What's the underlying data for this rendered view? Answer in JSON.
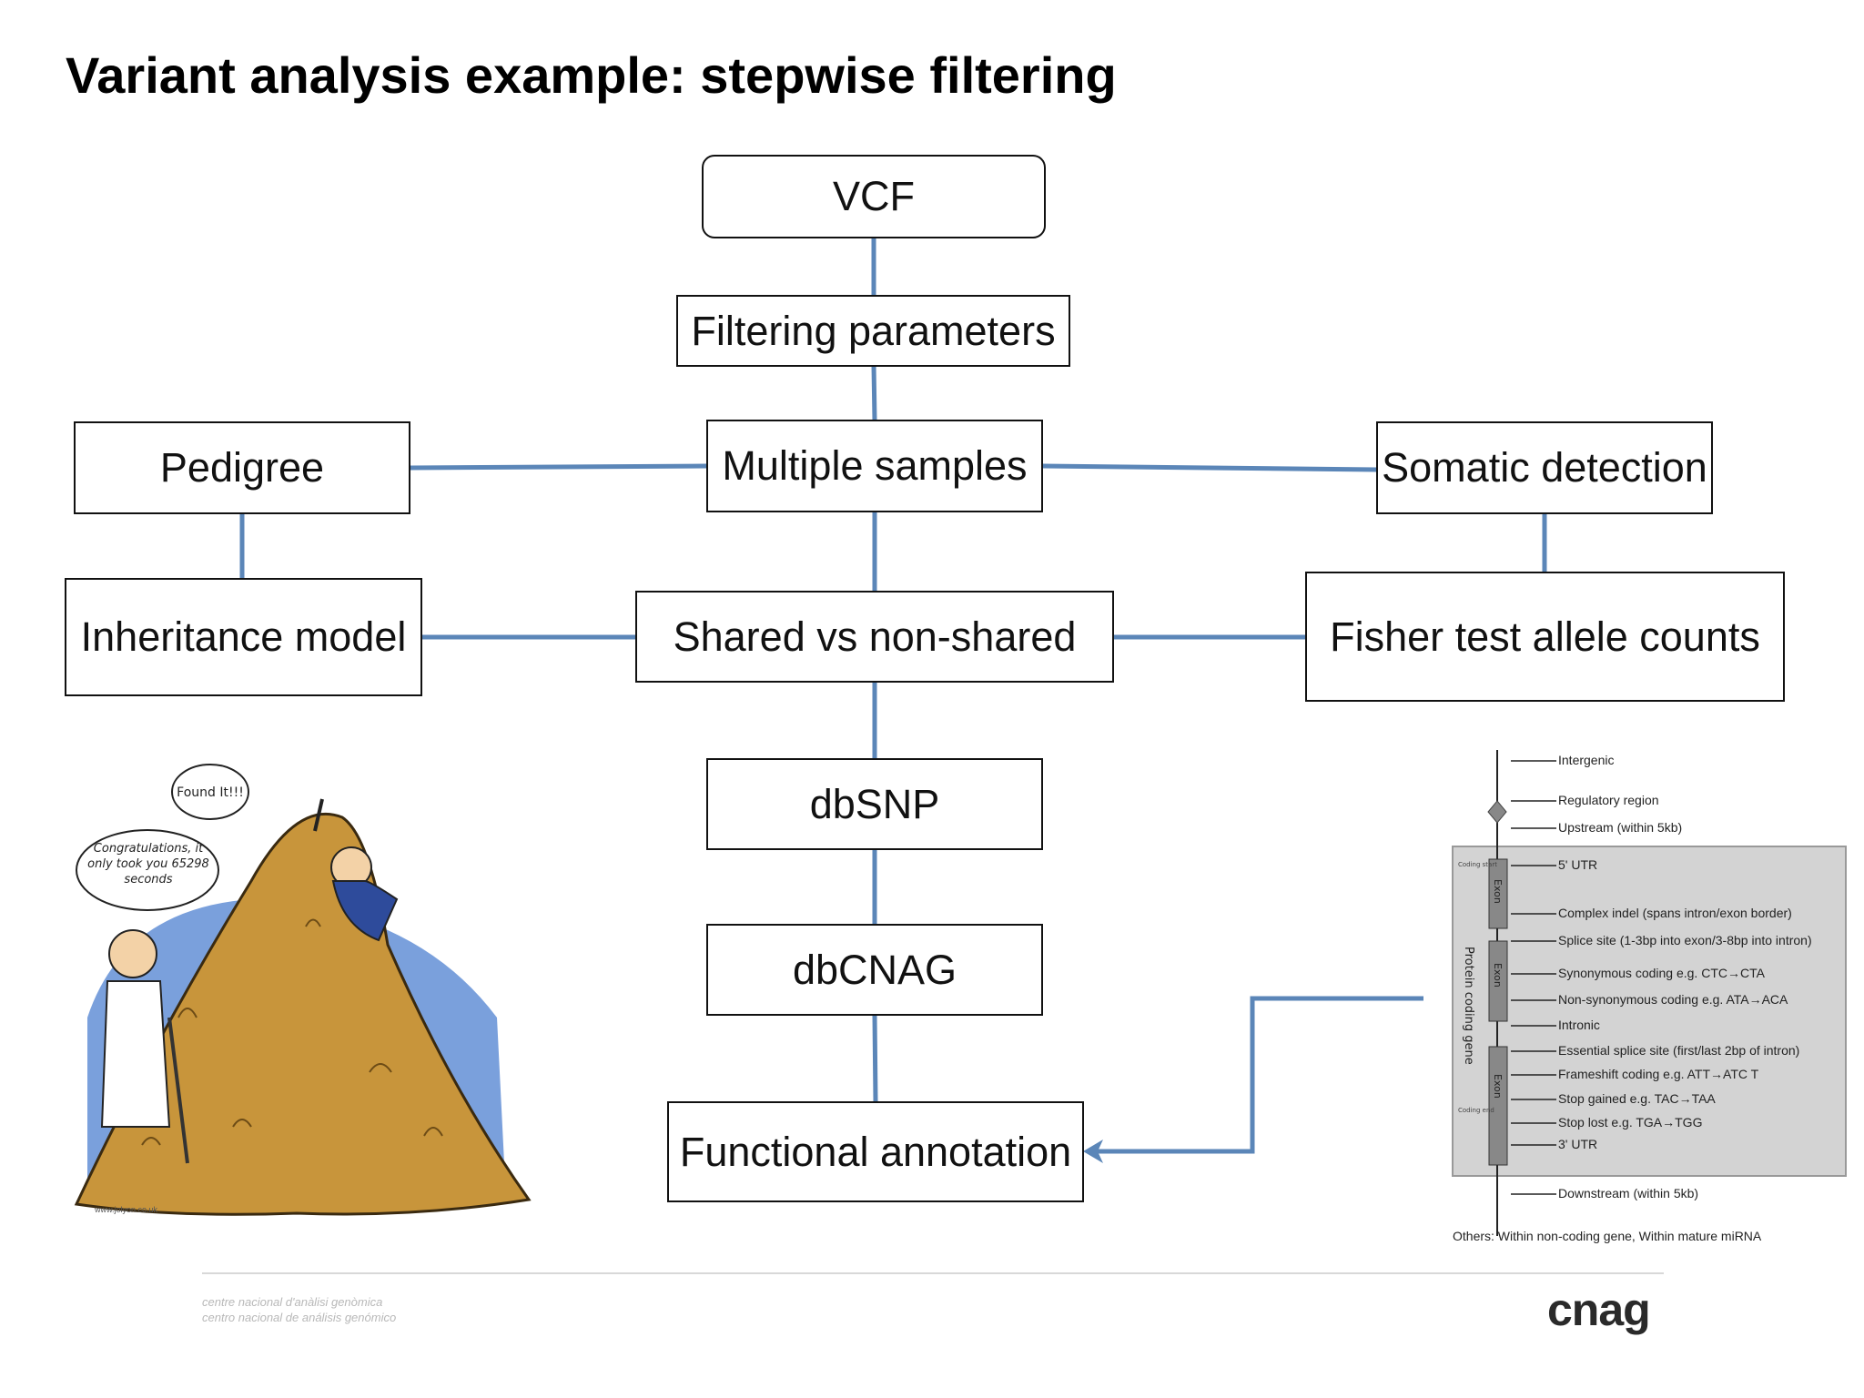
{
  "title": "Variant analysis example: stepwise filtering",
  "nodes": {
    "vcf": "VCF",
    "filtering": "Filtering parameters",
    "multiple": "Multiple samples",
    "pedigree": "Pedigree",
    "somatic": "Somatic detection",
    "inheritance": "Inheritance model",
    "shared": "Shared vs non-shared",
    "fisher": "Fisher test allele counts",
    "dbsnp": "dbSNP",
    "dbcnag": "dbCNAG",
    "functional": "Functional annotation"
  },
  "cartoon": {
    "bubble_top": "Found It!!!",
    "bubble_main": "Congratulations, it only took you 65298 seconds",
    "credit": "www.jolyon.co.uk"
  },
  "consequences": {
    "labels": [
      "Intergenic",
      "Regulatory region",
      "Upstream (within 5kb)",
      "5' UTR",
      "Complex indel (spans intron/exon border)",
      "Splice site (1-3bp into exon/3-8bp into intron)",
      "Synonymous coding e.g. CTC→CTA",
      "Non-synonymous coding e.g. ATA→ACA",
      "Intronic",
      "Essential splice site (first/last 2bp of intron)",
      "Frameshift coding e.g. ATT→ATC T",
      "Stop gained e.g. TAC→TAA",
      "Stop lost e.g. TGA→TGG",
      "3' UTR",
      "Downstream (within 5kb)"
    ],
    "gene_label": "Protein coding gene",
    "exon_label": "Exon",
    "coding_start": "Coding start",
    "coding_end": "Coding end",
    "others": "Others: Within non-coding gene, Within mature miRNA"
  },
  "footer": {
    "institute_ca": "centre nacional d'anàlisi genòmica",
    "institute_es": "centro nacional de análisis genómico",
    "logo": "cnag"
  },
  "colors": {
    "connector": "#5b86b8",
    "box_border": "#111111",
    "hay": "#c8953b",
    "sky": "#7aa0dc"
  }
}
